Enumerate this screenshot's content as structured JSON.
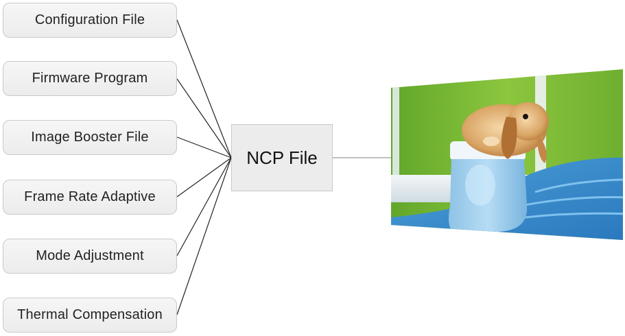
{
  "diagram": {
    "inputs": [
      {
        "label": "Configuration File"
      },
      {
        "label": "Firmware Program"
      },
      {
        "label": "Image Booster File"
      },
      {
        "label": "Frame Rate Adaptive"
      },
      {
        "label": "Mode Adjustment"
      },
      {
        "label": "Thermal Compensation"
      }
    ],
    "hub": {
      "label": "NCP File"
    },
    "output": {
      "icon": "photo-of-bunny-in-blue-boot"
    },
    "colors": {
      "box_border": "#c9c9c9",
      "box_fill": "#ececec",
      "line": "#222222"
    }
  }
}
